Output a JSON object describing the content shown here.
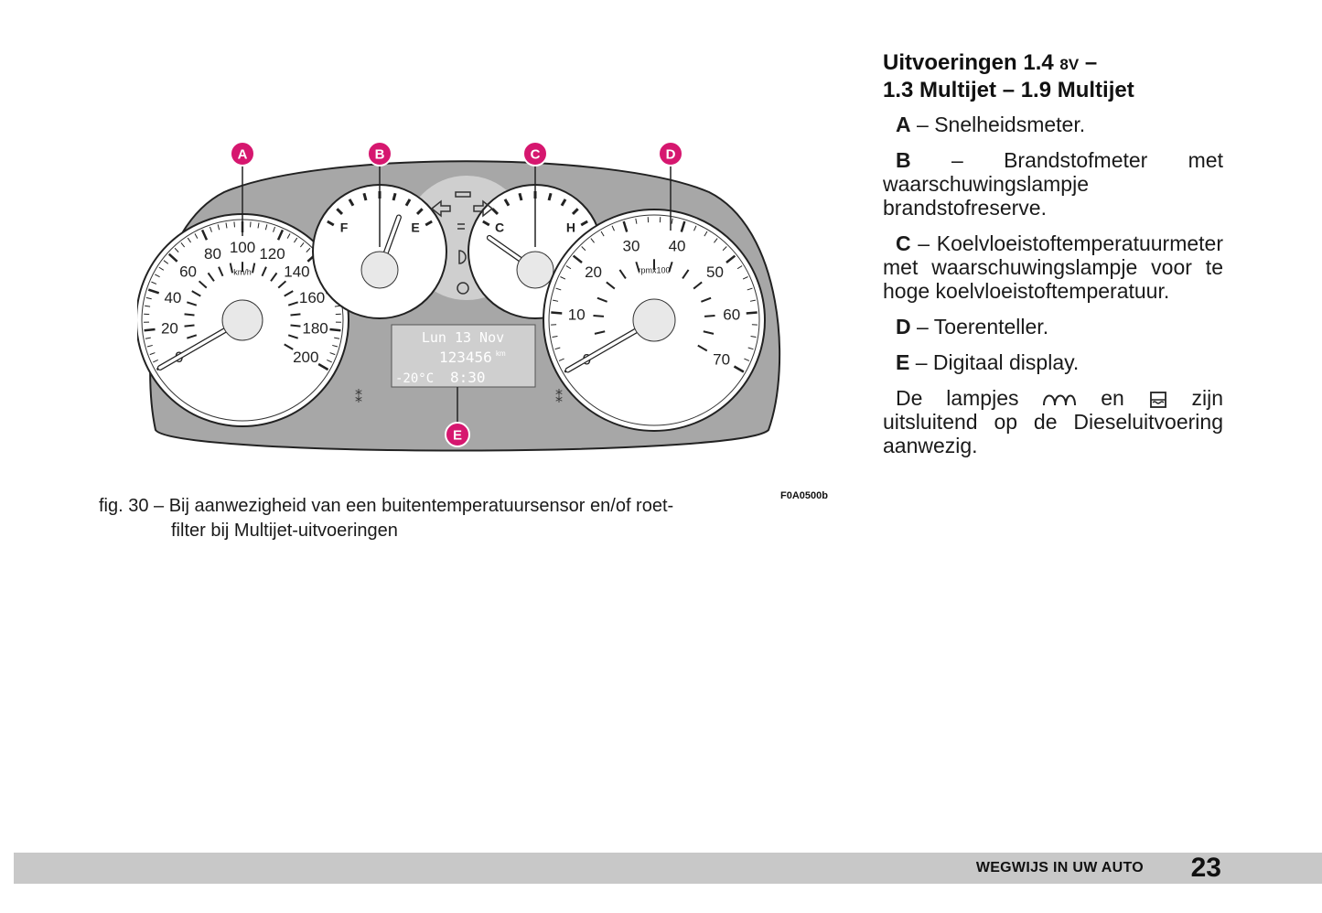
{
  "figure": {
    "callouts": [
      "A",
      "B",
      "C",
      "D",
      "E"
    ],
    "speedometer": {
      "unit": "km/h",
      "scale": [
        "0",
        "20",
        "40",
        "60",
        "80",
        "100",
        "120",
        "140",
        "160",
        "180",
        "200"
      ]
    },
    "fuel_gauge": {
      "full": "F",
      "empty": "E"
    },
    "temp_gauge": {
      "cold": "C",
      "hot": "H"
    },
    "tachometer": {
      "unit": "rpmx100",
      "scale": [
        "0",
        "10",
        "20",
        "30",
        "40",
        "50",
        "60",
        "70"
      ]
    },
    "display": {
      "date": "Lun 13 Nov",
      "odometer": "123456",
      "odometer_unit": "km",
      "outside_temp": "-20°C",
      "time": "8:30"
    },
    "code": "F0A0500b"
  },
  "caption": {
    "line1": "fig. 30 – Bij aanwezigheid van een buitentemperatuursensor en/of roet-",
    "line2": "filter bij Multijet-uitvoeringen"
  },
  "heading": {
    "line1_a": "Uitvoeringen 1.4 ",
    "line1_b": "8V",
    "line1_c": " –",
    "line2": "1.3 Multijet – 1.9 Multijet"
  },
  "items": [
    {
      "key": "A",
      "text": " – Snelheidsmeter."
    },
    {
      "key": "B",
      "text": " – Brandstofmeter met waarschuwingslampje brandstofreserve."
    },
    {
      "key": "C",
      "text": " – Koelvloeistoftemperatuurmeter met waarschuwingslampje voor te hoge koelvloeistoftemperatuur."
    },
    {
      "key": "D",
      "text": " – Toerenteller."
    },
    {
      "key": "E",
      "text": " – Digitaal display."
    }
  ],
  "note": {
    "part1": "De lampjes ",
    "part2": " en ",
    "part3": " zijn uitsluitend op de Dieseluitvoering aanwezig.",
    "icon1": "glow-plug-icon",
    "icon2": "water-in-fuel-icon"
  },
  "footer": {
    "section": "WEGWIJS IN UW AUTO",
    "page": "23"
  },
  "colors": {
    "callout": "#d6176f",
    "panel": "#a7a7a7",
    "footer_bar": "#c8c8c8"
  }
}
